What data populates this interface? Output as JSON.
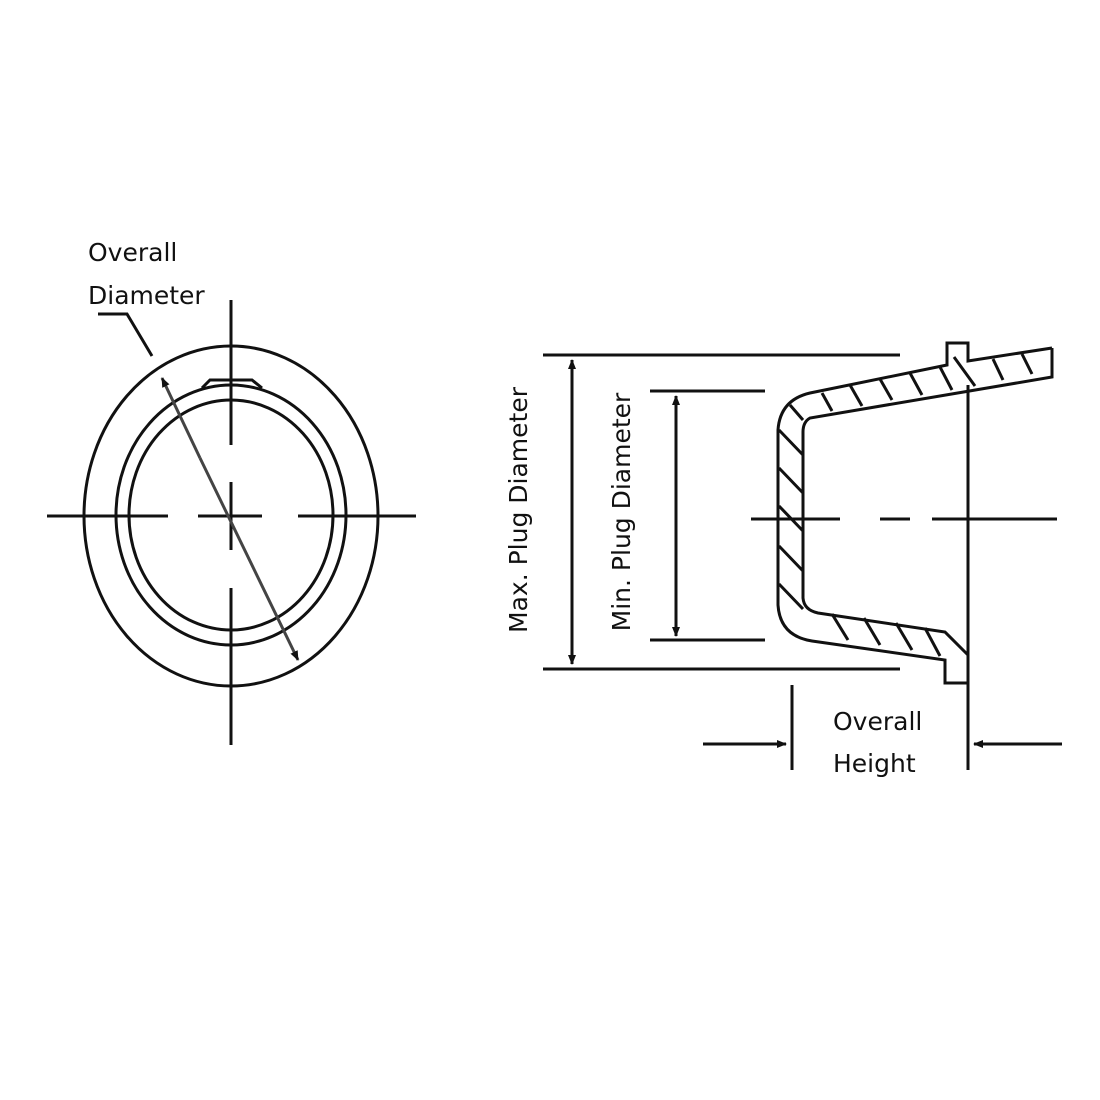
{
  "labels": {
    "overall_diameter_line1": "Overall",
    "overall_diameter_line2": "Diameter",
    "max_plug_diameter": "Max. Plug Diameter",
    "min_plug_diameter": "Min. Plug Diameter",
    "overall_height_line1": "Overall",
    "overall_height_line2": "Height"
  },
  "colors": {
    "line": "#111111",
    "background": "#ffffff"
  }
}
